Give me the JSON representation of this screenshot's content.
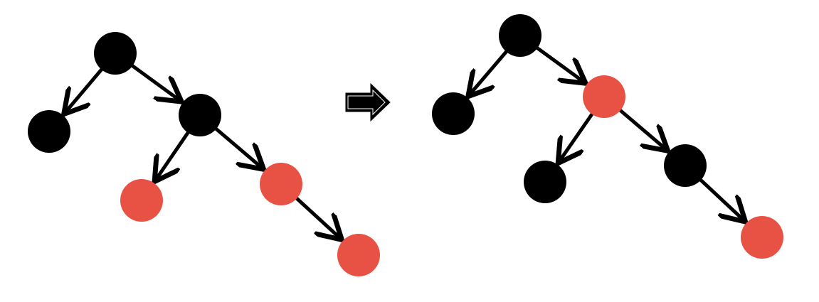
{
  "colors": {
    "black": "#000000",
    "red": "#e85244",
    "background": "#ffffff"
  },
  "diagram": {
    "before": {
      "nodes": [
        {
          "id": "root",
          "color": "black"
        },
        {
          "id": "left",
          "color": "black"
        },
        {
          "id": "right",
          "color": "black"
        },
        {
          "id": "right-left",
          "color": "red"
        },
        {
          "id": "right-right",
          "color": "red"
        },
        {
          "id": "right-right-right",
          "color": "red"
        }
      ],
      "edges": [
        [
          "root",
          "left"
        ],
        [
          "root",
          "right"
        ],
        [
          "right",
          "right-left"
        ],
        [
          "right",
          "right-right"
        ],
        [
          "right-right",
          "right-right-right"
        ]
      ]
    },
    "transition_icon": "right-arrow-icon",
    "after": {
      "nodes": [
        {
          "id": "root",
          "color": "black"
        },
        {
          "id": "left",
          "color": "black"
        },
        {
          "id": "right",
          "color": "red"
        },
        {
          "id": "right-left",
          "color": "black"
        },
        {
          "id": "right-right",
          "color": "black"
        },
        {
          "id": "right-right-right",
          "color": "red"
        }
      ],
      "edges": [
        [
          "root",
          "left"
        ],
        [
          "root",
          "right"
        ],
        [
          "right",
          "right-left"
        ],
        [
          "right",
          "right-right"
        ],
        [
          "right-right",
          "right-right-right"
        ]
      ]
    }
  }
}
